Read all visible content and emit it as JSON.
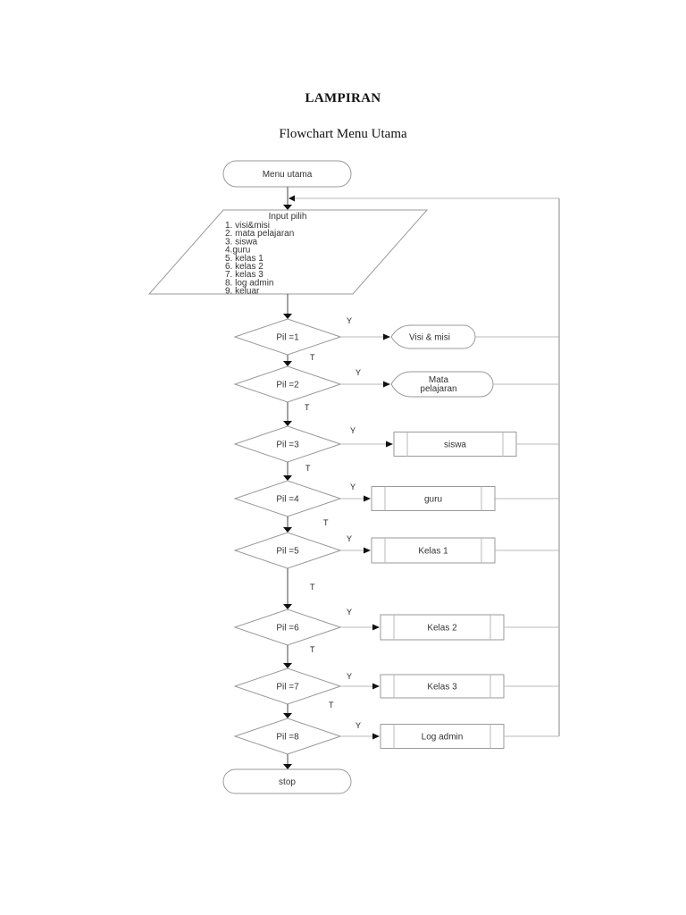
{
  "document": {
    "title": "LAMPIRAN",
    "subtitle": "Flowchart Menu Utama"
  },
  "flowchart": {
    "start": "Menu utama",
    "input": {
      "heading": "Input pilih",
      "options": [
        "1. visi&misi",
        "2. mata pelajaran",
        "3. siswa",
        "4.guru",
        "5. kelas 1",
        "6. kelas 2",
        "7. kelas 3",
        "8. log admin",
        "9. keluar"
      ]
    },
    "decisions": [
      {
        "label": "Pil =1",
        "yes": "Y",
        "no": "T",
        "action": "Visi & misi",
        "action_type": "terminal"
      },
      {
        "label": "Pil =2",
        "yes": "Y",
        "no": "T",
        "action": "Mata pelajaran",
        "action_lines": [
          "Mata",
          "pelajaran"
        ],
        "action_type": "terminal"
      },
      {
        "label": "Pil =3",
        "yes": "Y",
        "no": "T",
        "action": "siswa",
        "action_type": "subprocess"
      },
      {
        "label": "Pil =4",
        "yes": "Y",
        "no": "T",
        "action": "guru",
        "action_type": "subprocess"
      },
      {
        "label": "Pil =5",
        "yes": "Y",
        "no": "T",
        "action": "Kelas 1",
        "action_type": "subprocess"
      },
      {
        "label": "Pil =6",
        "yes": "Y",
        "no": "T",
        "action": "Kelas 2",
        "action_type": "subprocess"
      },
      {
        "label": "Pil =7",
        "yes": "Y",
        "no": "T",
        "action": "Kelas 3",
        "action_type": "subprocess"
      },
      {
        "label": "Pil =8",
        "yes": "Y",
        "no": "",
        "action": "Log admin",
        "action_type": "subprocess"
      }
    ],
    "end": "stop"
  }
}
